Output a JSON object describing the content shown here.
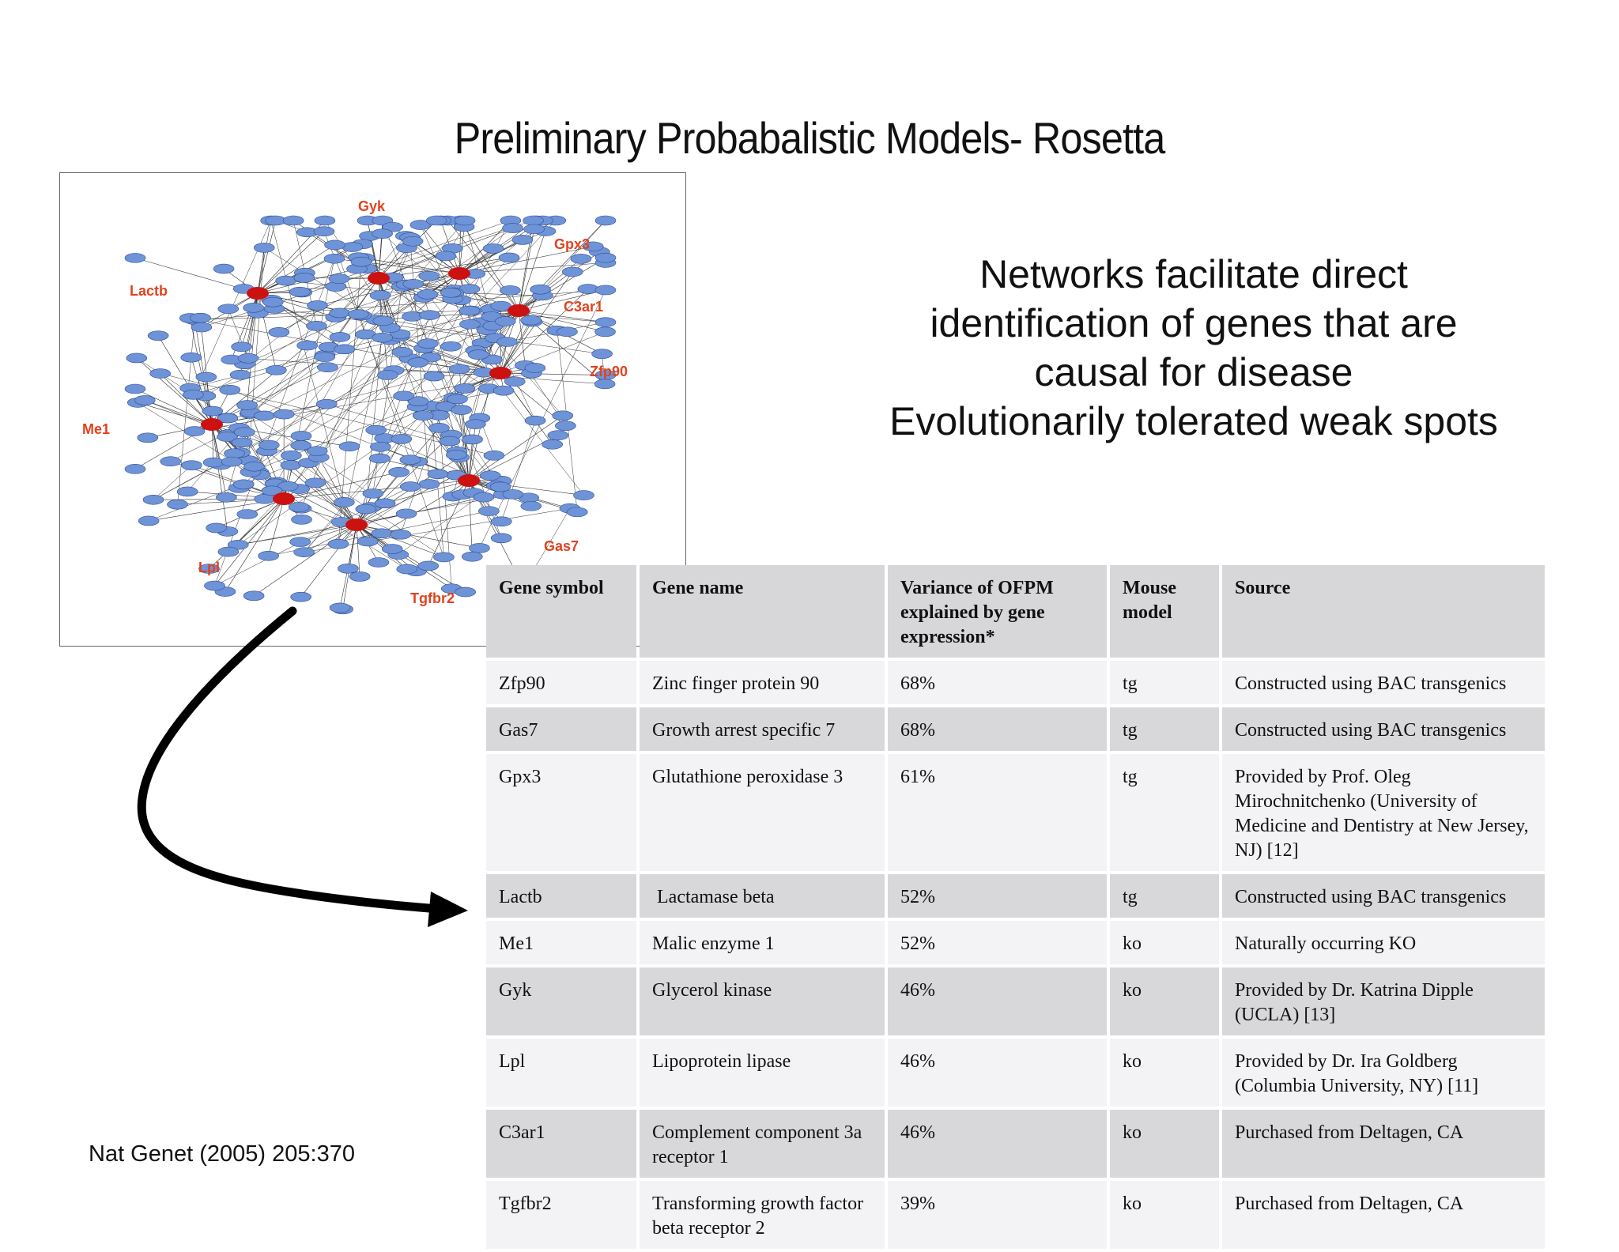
{
  "slide_title": "Preliminary Probabalistic Models- Rosetta",
  "network": {
    "hubs": [
      "Gyk",
      "Gpx3",
      "Lactb",
      "C3ar1",
      "Zfp90",
      "Me1",
      "Gas7",
      "Lpl",
      "Tgfbr2"
    ],
    "colors": {
      "hub_label": "#e0431f",
      "hub_node": "#cc1111",
      "node": "#6e93d6",
      "edge": "#333333"
    }
  },
  "statement": {
    "lines": [
      "Networks facilitate direct",
      "identification of genes that are",
      "causal for disease",
      "Evolutionarily tolerated weak spots"
    ]
  },
  "citation": "Nat Genet (2005) 205:370",
  "table": {
    "headers": {
      "gene_symbol": "Gene symbol",
      "gene_name": "Gene name",
      "variance": "Variance of OFPM explained by gene expression*",
      "mouse_model": "Mouse model",
      "source": "Source"
    },
    "rows": [
      {
        "symbol": "Zfp90",
        "name": "Zinc finger protein 90",
        "variance": "68%",
        "model": "tg",
        "source": "Constructed using BAC transgenics"
      },
      {
        "symbol": "Gas7",
        "name": "Growth arrest specific 7",
        "variance": "68%",
        "model": "tg",
        "source": "Constructed using BAC transgenics"
      },
      {
        "symbol": "Gpx3",
        "name": "Glutathione peroxidase 3",
        "variance": "61%",
        "model": "tg",
        "source": "Provided by Prof. Oleg Mirochnitchenko (University of Medicine and Dentistry at New Jersey, NJ) [12]"
      },
      {
        "symbol": "Lactb",
        "name": " Lactamase beta",
        "variance": "52%",
        "model": "tg",
        "source": "Constructed using BAC transgenics"
      },
      {
        "symbol": "Me1",
        "name": "Malic enzyme 1",
        "variance": "52%",
        "model": "ko",
        "source": "Naturally occurring KO"
      },
      {
        "symbol": "Gyk",
        "name": "Glycerol kinase",
        "variance": "46%",
        "model": "ko",
        "source": "Provided by Dr. Katrina Dipple (UCLA) [13]"
      },
      {
        "symbol": "Lpl",
        "name": "Lipoprotein lipase",
        "variance": "46%",
        "model": "ko",
        "source": "Provided by Dr. Ira Goldberg (Columbia University, NY) [11]"
      },
      {
        "symbol": "C3ar1",
        "name": "Complement component 3a receptor 1",
        "variance": "46%",
        "model": "ko",
        "source": "Purchased from Deltagen, CA"
      },
      {
        "symbol": "Tgfbr2",
        "name": "Transforming growth factor beta receptor 2",
        "variance": "39%",
        "model": "ko",
        "source": "Purchased from Deltagen, CA"
      }
    ]
  }
}
